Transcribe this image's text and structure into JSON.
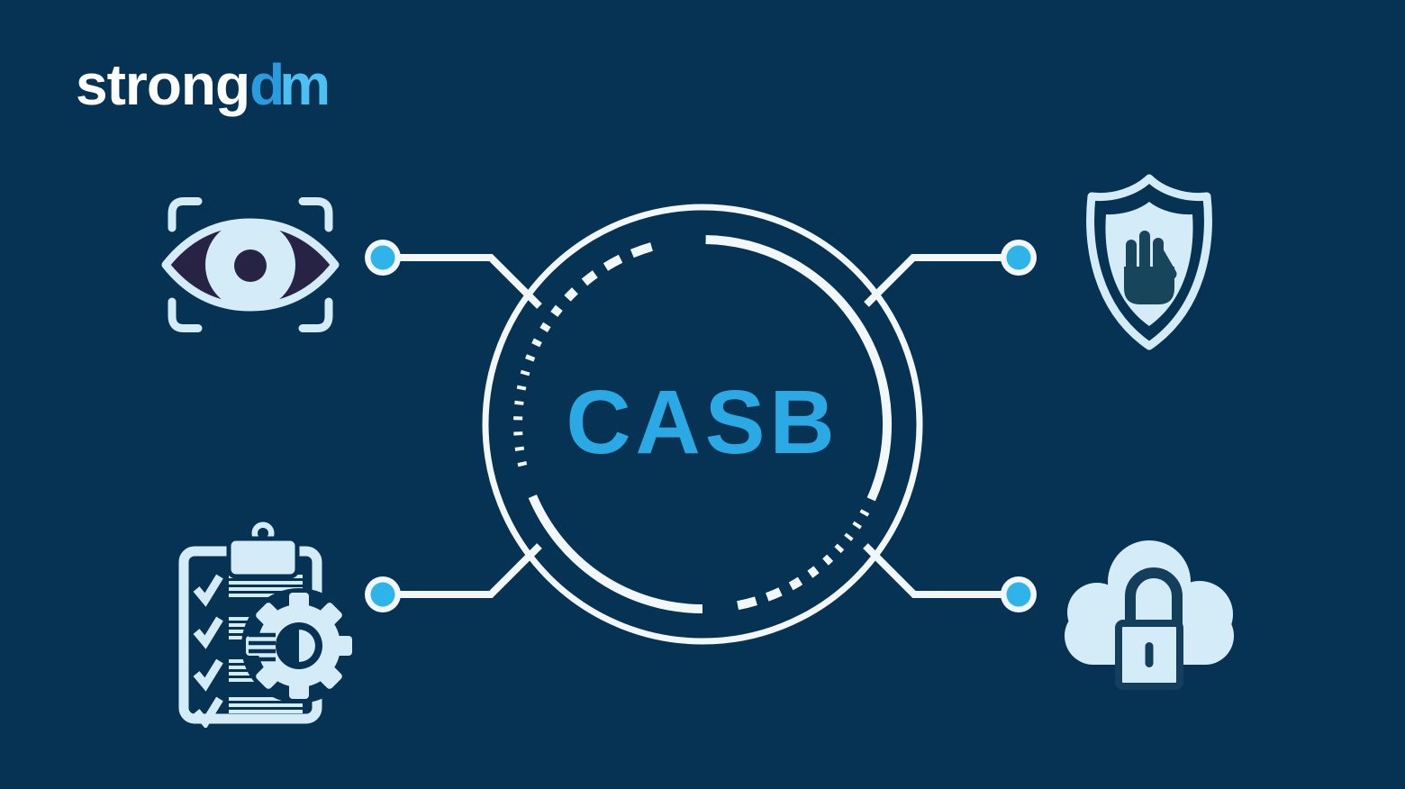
{
  "logo": {
    "strong": "strong",
    "d": "d",
    "m": "m"
  },
  "hub": {
    "label": "CASB"
  },
  "nodes": [
    {
      "position": "top-left",
      "icon": "eye-scan-icon",
      "meaning": "visibility"
    },
    {
      "position": "top-right",
      "icon": "shield-stop-hand-icon",
      "meaning": "threat-protection"
    },
    {
      "position": "bottom-left",
      "icon": "checklist-gear-icon",
      "meaning": "compliance"
    },
    {
      "position": "bottom-right",
      "icon": "cloud-padlock-icon",
      "meaning": "cloud-data-security"
    }
  ],
  "colors": {
    "background": "#063253",
    "line": "#f2f7fa",
    "icon": "#d4ebf8",
    "accent": "#2aa9e4",
    "dot": "#2fb4ea",
    "eye_dark": "#272345",
    "hand_dark": "#17465c",
    "lock_dark": "#143f5c",
    "logo_white": "#ffffff",
    "logo_d": "#2a9bdd",
    "logo_m": "#4cc0f2"
  }
}
